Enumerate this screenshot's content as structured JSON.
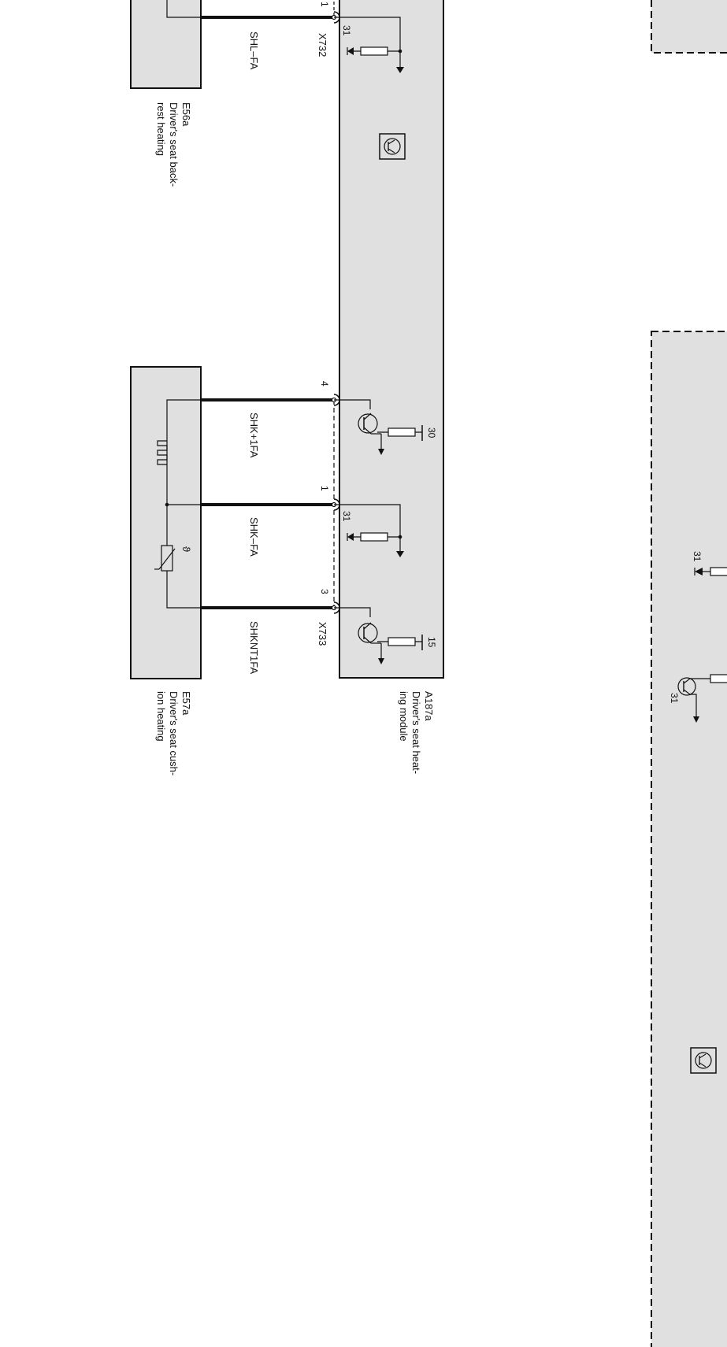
{
  "connectors": {
    "x732": "X732",
    "x733": "X733"
  },
  "wires": {
    "shl_minus": "SHL–FA",
    "shk_plus": "SHK+1FA",
    "shk_minus": "SHK–FA",
    "shknt": "SHKNT1FA"
  },
  "pins": {
    "x732_pin1": "1",
    "x733_pin4": "4",
    "x733_pin1": "1",
    "x733_pin3": "3"
  },
  "terminals": {
    "t31_a": "31",
    "t30": "30",
    "t31_b": "31",
    "t15": "15",
    "t31_c": "31",
    "t31_d": "31"
  },
  "components": {
    "e56a_code": "E56a",
    "e56a_name_line1": "Driver's seat back-",
    "e56a_name_line2": "rest heating",
    "e57a_code": "E57a",
    "e57a_name_line1": "Driver's seat cush-",
    "e57a_name_line2": "ion heating",
    "a187a_code": "A187a",
    "a187a_name_line1": "Driver's seat heat-",
    "a187a_name_line2": "ing module"
  },
  "symbols": {
    "sensor_theta": "ϑ"
  },
  "colors": {
    "module_fill": "#e0e0e0",
    "line": "#111111",
    "background": "#ffffff"
  }
}
